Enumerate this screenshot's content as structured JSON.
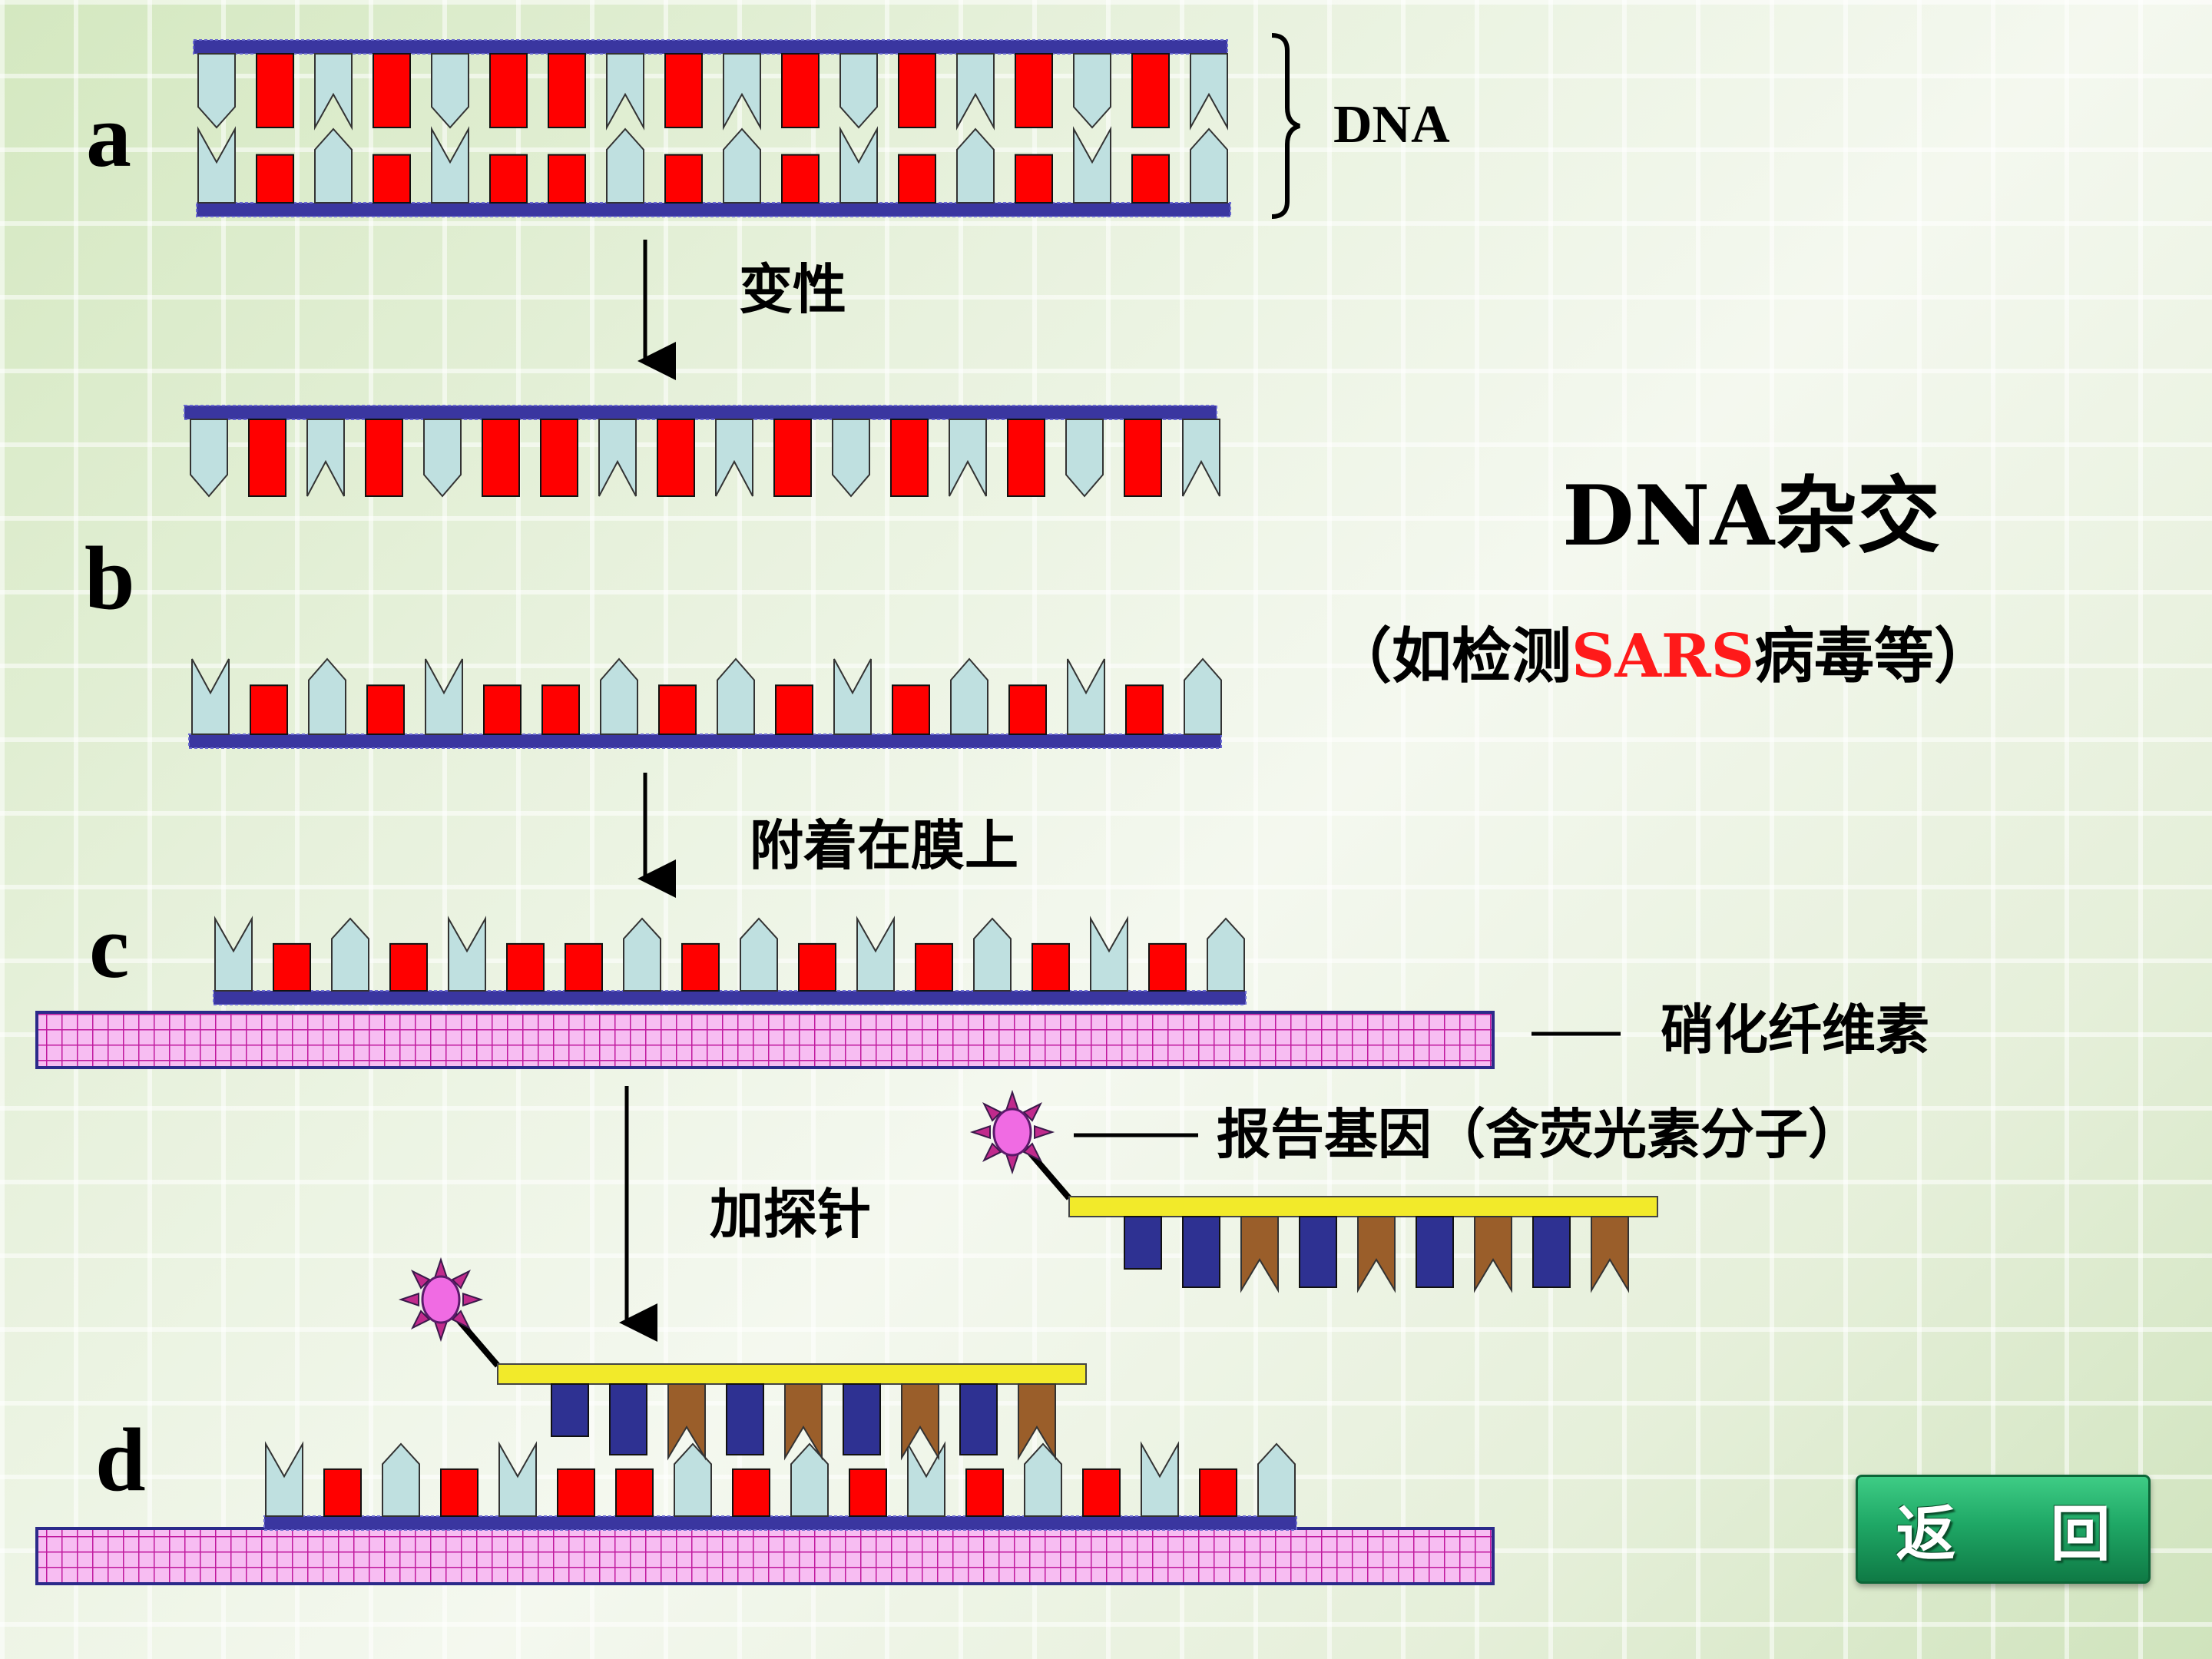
{
  "panel_labels": {
    "a": "a",
    "b": "b",
    "c": "c",
    "d": "d"
  },
  "dna_label": "DNA",
  "steps": {
    "denature": "变性",
    "attach": "附着在膜上",
    "probe": "加探针"
  },
  "labels": {
    "membrane": "硝化纤维素",
    "reporter": "报告基因（含荧光素分子）"
  },
  "title": {
    "main": "DNA杂交",
    "sub_prefix": "（如检测",
    "sub_highlight": "SARS",
    "sub_suffix": "病毒等）"
  },
  "back_button": "返 回",
  "colors": {
    "backbone": "#3a36a0",
    "base_light": "#bfe0e0",
    "base_red": "#ff0000",
    "probe_backbone": "#f2ea2a",
    "probe_blue": "#2e3192",
    "probe_brown": "#9a5e2a",
    "membrane": "#f7b9f2",
    "membrane_grid": "#c0199e",
    "fluor": "#f06be3",
    "title_highlight": "#ff1a1a"
  }
}
